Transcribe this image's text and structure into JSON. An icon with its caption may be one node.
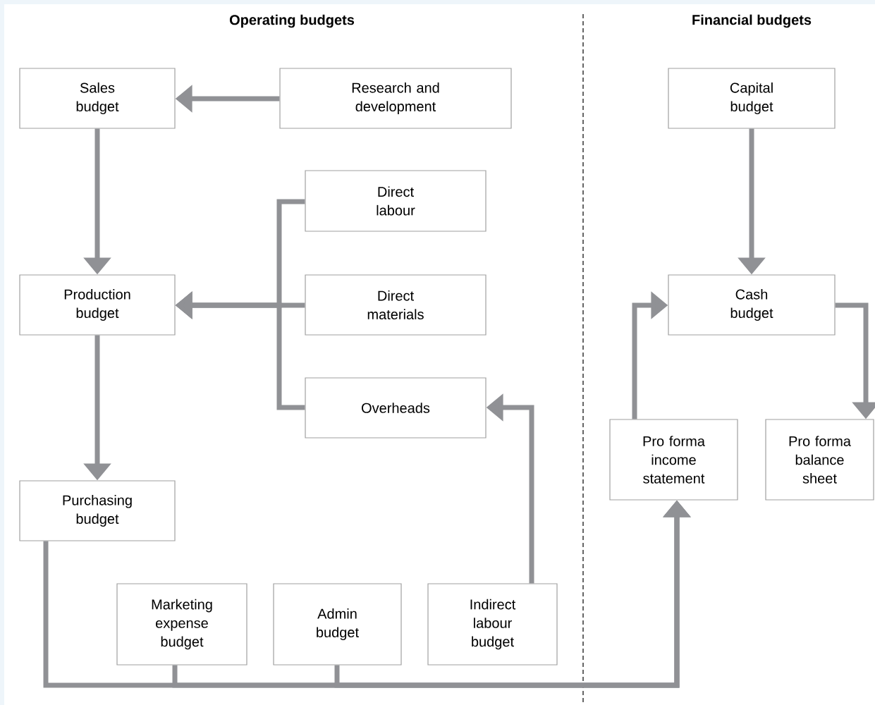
{
  "diagram": {
    "nodes": [
      {
        "text": [
          "Sales budget"
        ]
      },
      {
        "text": [
          "Research and development"
        ]
      },
      {
        "text": [
          "Direct labour"
        ]
      },
      {
        "text": [
          "Production budget"
        ]
      },
      {
        "text": [
          "Direct materials"
        ]
      },
      {
        "text": [
          "Overheads"
        ]
      },
      {
        "text": [
          "Purchasing budget"
        ]
      },
      {
        "text": [
          "Marketing expense budget"
        ]
      },
      {
        "text": [
          "Admin budget"
        ]
      },
      {
        "text": [
          "Indirect labour budget"
        ]
      },
      {
        "text": [
          "Capital budget"
        ]
      },
      {
        "text": [
          "Cash budget"
        ]
      },
      {
        "text": [
          "Pro forma income statement"
        ]
      },
      {
        "text": [
          "Pro forma balance sheet"
        ]
      }
    ],
    "edges": [
      {
        "from": 1,
        "to": 0,
        "arrow": "to"
      },
      {
        "from": 0,
        "to": 3,
        "arrow": "to"
      },
      {
        "from": 2,
        "to": 3,
        "arrow": "to"
      },
      {
        "from": 4,
        "to": 3,
        "arrow": "to"
      },
      {
        "from": 5,
        "to": 3,
        "arrow": "to"
      },
      {
        "from": 3,
        "to": 6,
        "arrow": "to"
      },
      {
        "from": 9,
        "to": 5,
        "arrow": "to"
      },
      {
        "from": 6,
        "to": 12,
        "arrow": "to"
      },
      {
        "from": 7,
        "to": 12,
        "arrow": "to"
      },
      {
        "from": 8,
        "to": 12,
        "arrow": "to"
      },
      {
        "from": 10,
        "to": 11,
        "arrow": "to"
      },
      {
        "from": 12,
        "to": 11,
        "arrow": "to"
      },
      {
        "from": 11,
        "to": 13,
        "arrow": "to"
      }
    ],
    "labels": [
      "Operating budgets",
      "Financial budgets"
    ]
  }
}
